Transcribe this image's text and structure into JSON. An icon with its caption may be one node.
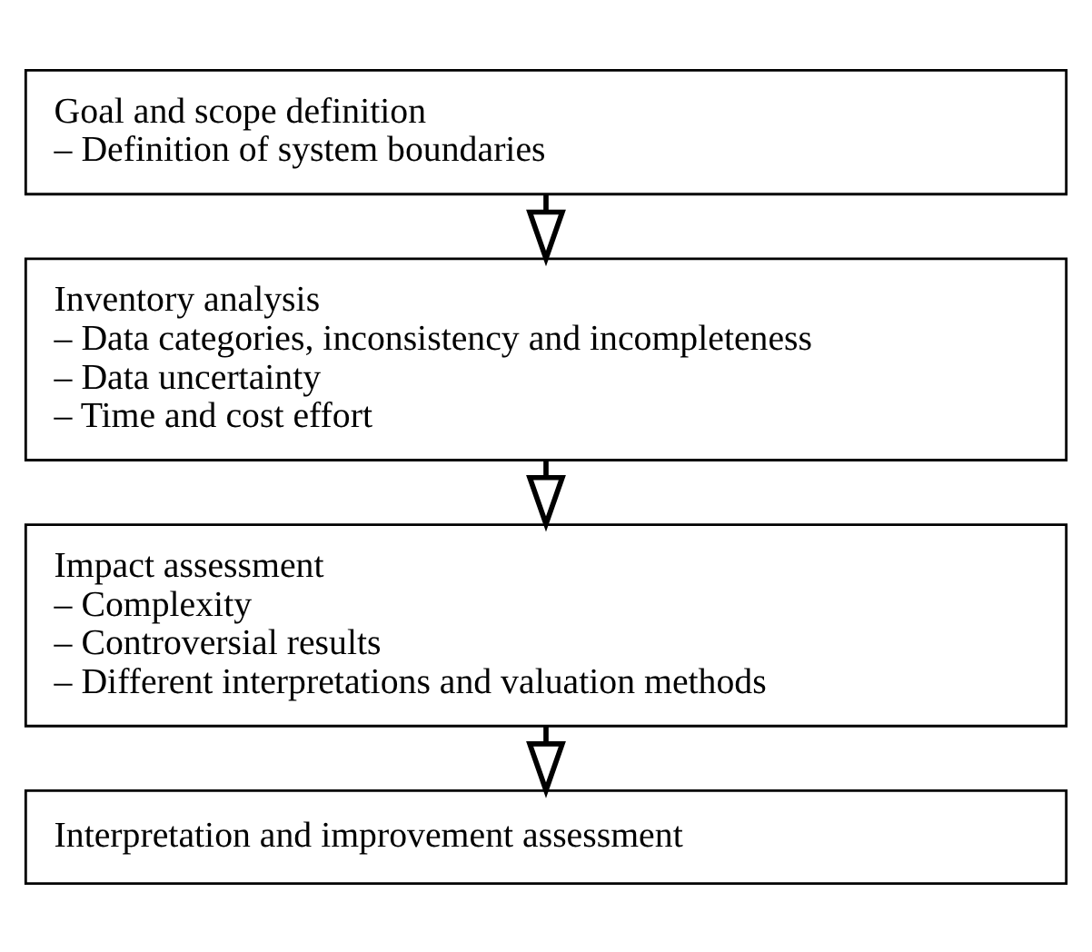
{
  "diagram": {
    "nodes": [
      {
        "text": [
          "Goal and scope definition",
          "– Definition of system boundaries"
        ]
      },
      {
        "text": [
          "Inventory analysis",
          "– Data categories, inconsistency and incompleteness",
          "– Data uncertainty",
          "– Time and cost effort"
        ]
      },
      {
        "text": [
          "Impact assessment",
          "– Complexity",
          "– Controversial results",
          "– Different interpretations and valuation methods"
        ]
      },
      {
        "text": [
          "Interpretation and improvement assessment"
        ]
      }
    ],
    "edges": [
      {
        "from": 0,
        "to": 1,
        "arrow": "to"
      },
      {
        "from": 1,
        "to": 2,
        "arrow": "to"
      },
      {
        "from": 2,
        "to": 3,
        "arrow": "to"
      }
    ]
  }
}
